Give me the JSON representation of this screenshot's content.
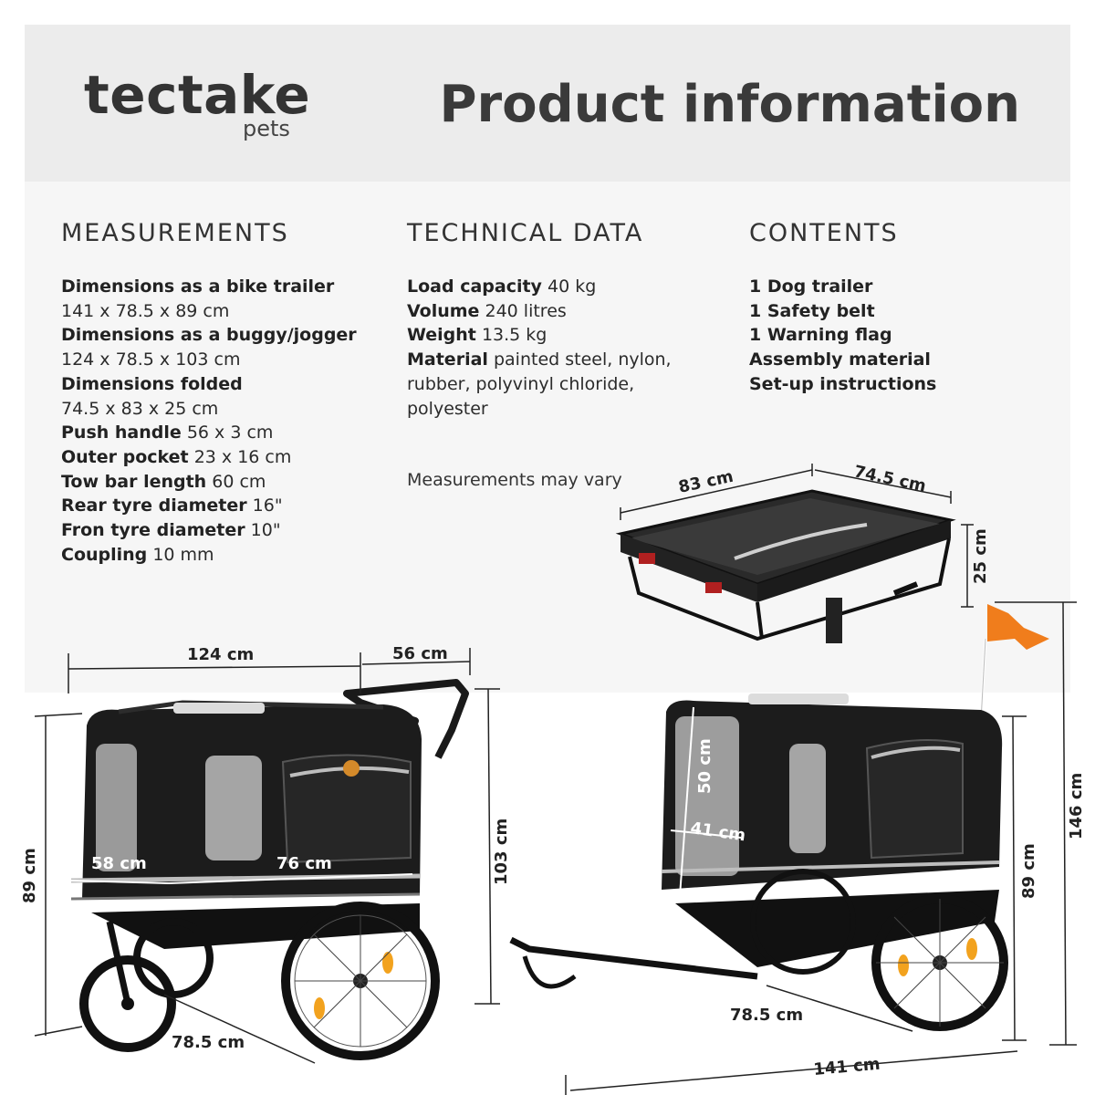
{
  "brand": {
    "name": "tectake",
    "sub": "pets"
  },
  "title": "Product information",
  "measurements": {
    "heading": "MEASUREMENTS",
    "lines": [
      {
        "label": "Dimensions as a bike trailer",
        "value": ""
      },
      {
        "label": "",
        "value": "141 x 78.5 x 89 cm"
      },
      {
        "label": "Dimensions as a buggy/jogger",
        "value": ""
      },
      {
        "label": "",
        "value": "124 x 78.5 x 103 cm"
      },
      {
        "label": "Dimensions folded",
        "value": ""
      },
      {
        "label": "",
        "value": "74.5 x 83 x 25 cm"
      },
      {
        "label": "Push handle",
        "value": "56 x 3 cm"
      },
      {
        "label": "Outer pocket",
        "value": "23 x 16 cm"
      },
      {
        "label": "Tow bar length",
        "value": "60 cm"
      },
      {
        "label": "Rear tyre diameter",
        "value": "16\""
      },
      {
        "label": "Fron tyre diameter",
        "value": "10\""
      },
      {
        "label": "Coupling",
        "value": "10 mm"
      }
    ]
  },
  "technical": {
    "heading": "TECHNICAL DATA",
    "lines": [
      {
        "label": "Load capacity",
        "value": "40 kg"
      },
      {
        "label": "Volume",
        "value": "240 litres"
      },
      {
        "label": "Weight",
        "value": "13.5 kg"
      },
      {
        "label": "Material",
        "value": "painted steel, nylon,"
      },
      {
        "label": "",
        "value": "rubber, polyvinyl chloride,"
      },
      {
        "label": "",
        "value": "polyester"
      }
    ],
    "note": "Measurements may vary"
  },
  "contents": {
    "heading": "CONTENTS",
    "items": [
      "1 Dog trailer",
      "1 Safety belt",
      "1 Warning flag",
      "Assembly material",
      "Set-up instructions"
    ]
  },
  "dimensions": {
    "folded_length": "83 cm",
    "folded_width": "74.5 cm",
    "folded_height": "25 cm",
    "buggy_length": "124 cm",
    "handle": "56 cm",
    "buggy_side_height": "89 cm",
    "buggy_height": "103 cm",
    "inner_width": "58 cm",
    "inner_length": "76 cm",
    "buggy_width": "78.5 cm",
    "inner_height": "50 cm",
    "inner_depth": "41 cm",
    "trailer_height": "89 cm",
    "flag_height": "146 cm",
    "trailer_width": "78.5 cm",
    "trailer_length": "141 cm"
  },
  "colors": {
    "header_bg": "#ececec",
    "panel_bg": "#f6f6f6",
    "flag": "#f07d1c",
    "fabric": "#1c1c1c"
  }
}
